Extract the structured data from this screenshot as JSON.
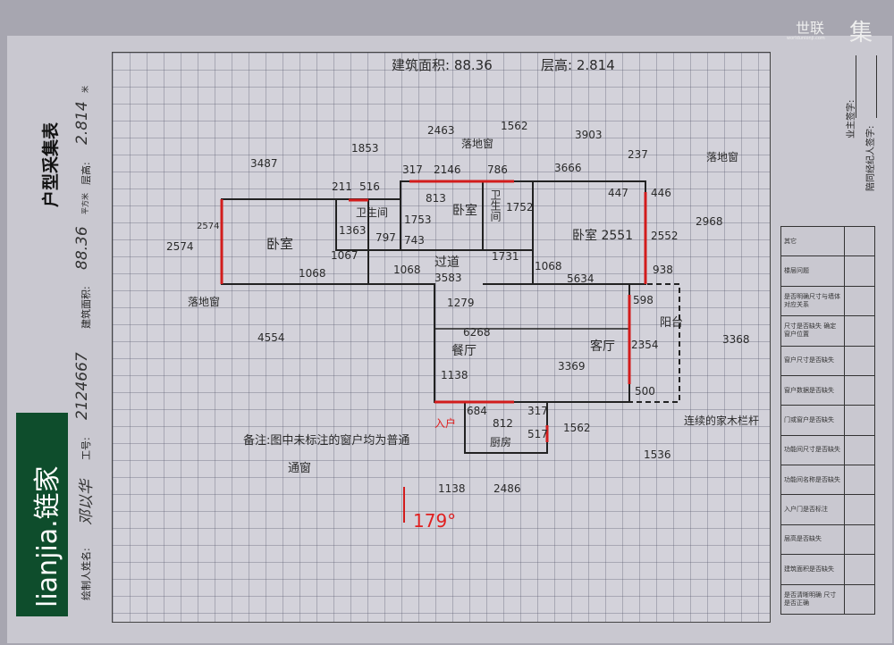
{
  "brand": {
    "logo": "lianjia.链家",
    "watermark_cn": "世联",
    "watermark_url": "worldunionji.com",
    "watermark_mark": "集"
  },
  "form": {
    "title": "户型采集表",
    "drawer_label": "绘制人姓名:",
    "drawer_value": "邓以华",
    "id_label": "工号:",
    "id_value": "2124667",
    "area_label": "建筑面积:",
    "area_value": "88.36",
    "area_unit": "平方米",
    "height_label": "层高:",
    "height_value": "2.814",
    "height_unit": "米",
    "owner_sign": "业主签字:",
    "agent_sign": "陪同经纪人签字:"
  },
  "checklist": [
    "其它",
    "楼层问题",
    "是否明确尺寸与墙体对应关系",
    "尺寸是否缺失 确定窗户位置",
    "窗户尺寸是否缺失",
    "窗户数据是否缺失",
    "门或窗户是否缺失",
    "功能间尺寸是否缺失",
    "功能间名称是否缺失",
    "入户门是否标注",
    "层高是否缺失",
    "建筑面积是否缺失",
    "是否清晰明确 尺寸是否正确"
  ],
  "plan": {
    "head_area": "建筑面积: 88.36",
    "head_height": "层高: 2.814",
    "rooms": {
      "bed1": "卧室",
      "bed2": "卧室",
      "bed3": "卧室 2551",
      "bath1": "卫生间",
      "bath2": "卫生间",
      "corridor": "过道",
      "dining": "餐厅",
      "living": "客厅",
      "balcony": "阳台",
      "kitchen": "厨房",
      "entry": "入户"
    },
    "notes": {
      "window1": "落地窗",
      "window2": "落地窗",
      "window3": "落地窗",
      "rail": "连续的家木栏杆",
      "remark1": "备注:图中未标注的窗户均为普通",
      "remark2": "通窗",
      "compass": "179°"
    },
    "dims": {
      "d3487": "3487",
      "d1853": "1853",
      "d2463": "2463",
      "d1562a": "1562",
      "d3903": "3903",
      "d237": "237",
      "d3666": "3666",
      "d317a": "317",
      "d2146": "2146",
      "d786": "786",
      "d211": "211",
      "d516": "516",
      "d1363": "1363",
      "d797": "797",
      "d1753": "1753",
      "d813": "813",
      "d1752": "1752",
      "d447": "447",
      "d446": "446",
      "d2552": "2552",
      "d2968": "2968",
      "d2574a": "2574",
      "d2574b": "2574",
      "d1067": "1067",
      "d1068a": "1068",
      "d1068b": "1068",
      "d1068c": "1068",
      "d743": "743",
      "d3583": "3583",
      "d1731": "1731",
      "d5634": "5634",
      "d938": "938",
      "d1279": "1279",
      "d4554": "4554",
      "d6268": "6268",
      "d3369": "3369",
      "d2354": "2354",
      "d598": "598",
      "d3368": "3368",
      "d500": "500",
      "d1138a": "1138",
      "d684": "684",
      "d812": "812",
      "d317b": "317",
      "d517": "517",
      "d1562b": "1562",
      "d1536": "1536",
      "d1138b": "1138",
      "d2486": "2486"
    }
  }
}
